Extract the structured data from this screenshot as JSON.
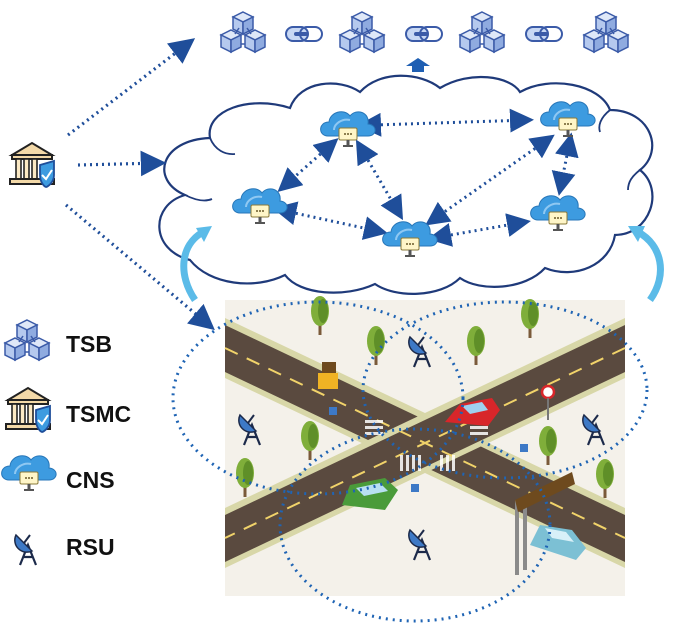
{
  "legend": {
    "items": [
      {
        "id": "tsb",
        "label": "TSB",
        "icon": "blockchain-block-icon"
      },
      {
        "id": "tsmc",
        "label": "TSMC",
        "icon": "bank-shield-icon"
      },
      {
        "id": "cns",
        "label": "CNS",
        "icon": "cloud-server-icon"
      },
      {
        "id": "rsu",
        "label": "RSU",
        "icon": "antenna-tower-icon"
      }
    ]
  },
  "colors": {
    "blockchain_blue": "#b5c9ee",
    "blockchain_stroke": "#3b5ba8",
    "cloud_blue": "#3d9be0",
    "cloud_light": "#8fc8f2",
    "dotted_link": "#1f4e9a",
    "coverage_ring": "#1f64b4",
    "road": "#5a4a3f",
    "grass": "#d8d7a8",
    "tree": "#7fae3a",
    "up_arrow": "#1f5fb3",
    "curved_arrow": "#5bbbe8"
  }
}
